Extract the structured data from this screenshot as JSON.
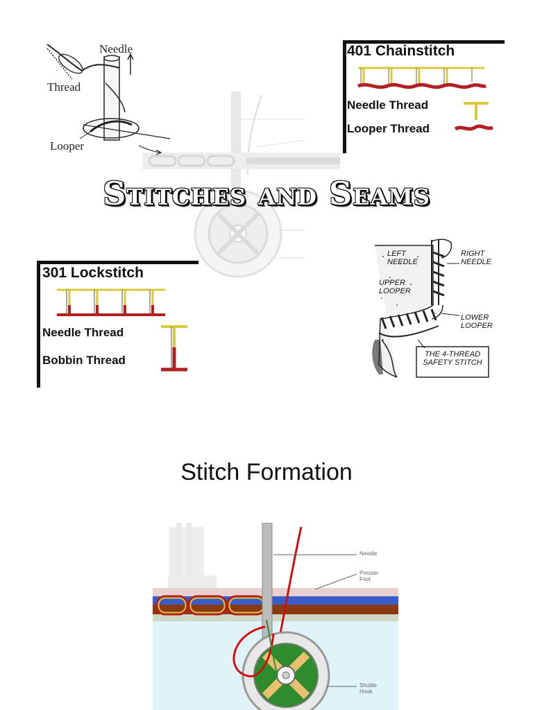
{
  "slide_title": "Stitches and Seams",
  "slide_subtitle": "Stitch Formation",
  "diagram_needle": {
    "needle": "Needle",
    "thread": "Thread",
    "looper": "Looper"
  },
  "chainstitch": {
    "title": "401 Chainstitch",
    "needle_thread": "Needle Thread",
    "looper_thread": "Looper Thread"
  },
  "lockstitch": {
    "title": "301 Lockstitch",
    "needle_thread": "Needle Thread",
    "bobbin_thread": "Bobbin Thread"
  },
  "safety_stitch": {
    "left_needle": "LEFT NEEDLE",
    "right_needle": "RIGHT NEEDLE",
    "upper_looper": "UPPER LOOPER",
    "lower_looper": "LOWER LOOPER",
    "caption": "THE 4-THREAD SAFETY STITCH"
  },
  "formation_diagram": {
    "needle": "Needle",
    "presser_foot": "Presser Foot",
    "shuttle_hook": "Shuttle Hook"
  },
  "colors": {
    "needle_thread": "#d8c83a",
    "looper_thread": "#b02020",
    "fabric_blue": "#3a5cc8",
    "fabric_brown": "#8a3a10",
    "hook_green": "#2e8b2e",
    "hook_tan": "#e8c070",
    "water_blue": "#dff3f8"
  }
}
